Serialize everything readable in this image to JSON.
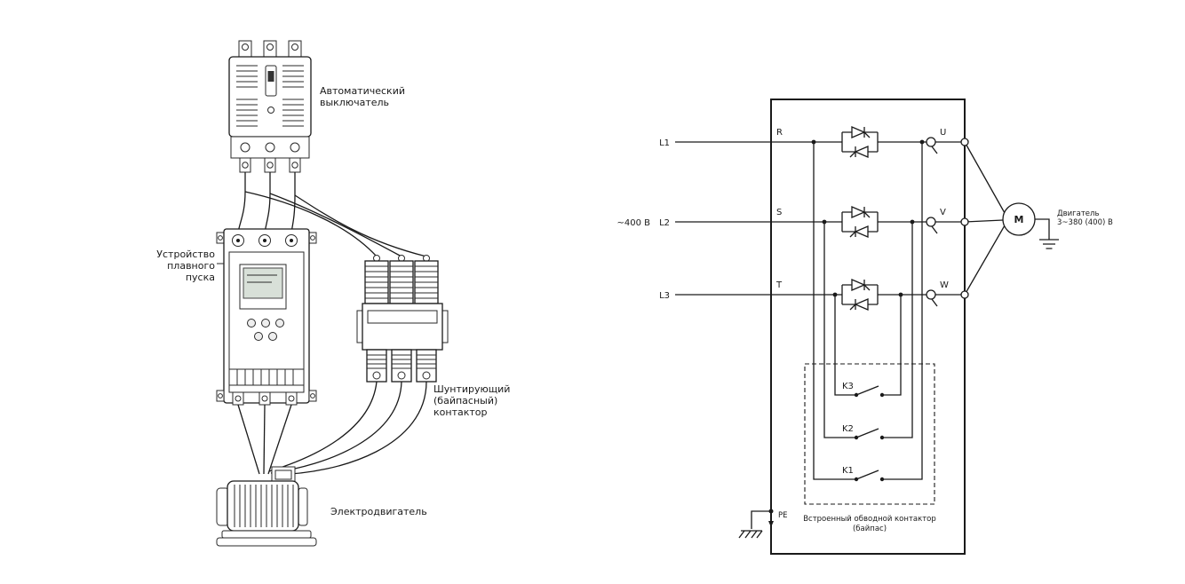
{
  "left_diagram": {
    "labels": {
      "breaker_1": "Автоматический",
      "breaker_2": "выключатель",
      "starter_1": "Устройство",
      "starter_2": "плавного",
      "starter_3": "пуска",
      "contactor_1": "Шунтирующий",
      "contactor_2": "(байпасный)",
      "contactor_3": "контактор",
      "motor": "Электродвигатель"
    }
  },
  "right_diagram": {
    "voltage_label": "~400 В",
    "phase_l1": "L1",
    "phase_l2": "L2",
    "phase_l3": "L3",
    "terminal_r": "R",
    "terminal_s": "S",
    "terminal_t": "T",
    "terminal_u": "U",
    "terminal_v": "V",
    "terminal_w": "W",
    "contact_k3": "K3",
    "contact_k2": "K2",
    "contact_k1": "K1",
    "motor_symbol": "M",
    "pe_label": "PE",
    "motor_name_1": "Двигатель",
    "motor_name_2": "3~380 (400) В",
    "bypass_caption_1": "Встроенный обводной контактор",
    "bypass_caption_2": "(байпас)"
  },
  "colors": {
    "line": "#1a1a1a",
    "background": "#ffffff"
  }
}
